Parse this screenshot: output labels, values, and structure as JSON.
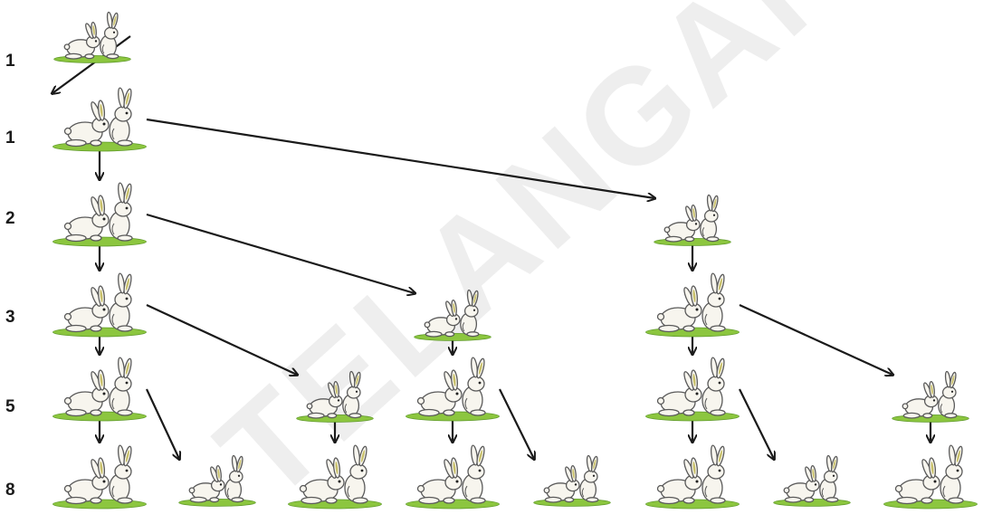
{
  "watermark": "TELANGANA",
  "generation_counts": [
    "1",
    "1",
    "2",
    "3",
    "5",
    "8"
  ],
  "colors": {
    "grass": "#8cc63f",
    "grass_dark": "#5f9a2a",
    "rabbit_fill": "#f7f5ee",
    "rabbit_outline": "#5a5a5a",
    "rabbit_inner_ear": "#c8c06a",
    "arrow": "#1a1a1a",
    "label": "#1a1a1a"
  },
  "pairs": [
    {
      "id": "p0",
      "gen": 0,
      "size": "small"
    },
    {
      "id": "p1",
      "gen": 1,
      "size": "large"
    },
    {
      "id": "p2",
      "gen": 2,
      "size": "large"
    },
    {
      "id": "p3",
      "gen": 2,
      "size": "small"
    },
    {
      "id": "p4",
      "gen": 3,
      "size": "large"
    },
    {
      "id": "p5",
      "gen": 3,
      "size": "small"
    },
    {
      "id": "p6",
      "gen": 3,
      "size": "large"
    },
    {
      "id": "p7",
      "gen": 4,
      "size": "large"
    },
    {
      "id": "p8",
      "gen": 4,
      "size": "small"
    },
    {
      "id": "p9",
      "gen": 4,
      "size": "large"
    },
    {
      "id": "p10",
      "gen": 4,
      "size": "large"
    },
    {
      "id": "p11",
      "gen": 4,
      "size": "small"
    },
    {
      "id": "p12",
      "gen": 5,
      "size": "large"
    },
    {
      "id": "p13",
      "gen": 5,
      "size": "small"
    },
    {
      "id": "p14",
      "gen": 5,
      "size": "large"
    },
    {
      "id": "p15",
      "gen": 5,
      "size": "large"
    },
    {
      "id": "p16",
      "gen": 5,
      "size": "small"
    },
    {
      "id": "p17",
      "gen": 5,
      "size": "large"
    },
    {
      "id": "p18",
      "gen": 5,
      "size": "small"
    },
    {
      "id": "p19",
      "gen": 5,
      "size": "large"
    }
  ],
  "edges": [
    {
      "from": "p0",
      "to": "p1",
      "kind": "survive"
    },
    {
      "from": "p1",
      "to": "p2",
      "kind": "survive"
    },
    {
      "from": "p1",
      "to": "p3",
      "kind": "offspring"
    },
    {
      "from": "p2",
      "to": "p4",
      "kind": "survive"
    },
    {
      "from": "p2",
      "to": "p5",
      "kind": "offspring"
    },
    {
      "from": "p3",
      "to": "p6",
      "kind": "survive"
    },
    {
      "from": "p4",
      "to": "p7",
      "kind": "survive"
    },
    {
      "from": "p4",
      "to": "p8",
      "kind": "offspring"
    },
    {
      "from": "p5",
      "to": "p9",
      "kind": "survive"
    },
    {
      "from": "p6",
      "to": "p10",
      "kind": "survive"
    },
    {
      "from": "p6",
      "to": "p11",
      "kind": "offspring"
    },
    {
      "from": "p7",
      "to": "p12",
      "kind": "survive"
    },
    {
      "from": "p7",
      "to": "p13",
      "kind": "offspring"
    },
    {
      "from": "p8",
      "to": "p14",
      "kind": "survive"
    },
    {
      "from": "p9",
      "to": "p15",
      "kind": "survive"
    },
    {
      "from": "p9",
      "to": "p16",
      "kind": "offspring"
    },
    {
      "from": "p10",
      "to": "p17",
      "kind": "survive"
    },
    {
      "from": "p10",
      "to": "p18",
      "kind": "offspring"
    },
    {
      "from": "p11",
      "to": "p19",
      "kind": "survive"
    }
  ]
}
